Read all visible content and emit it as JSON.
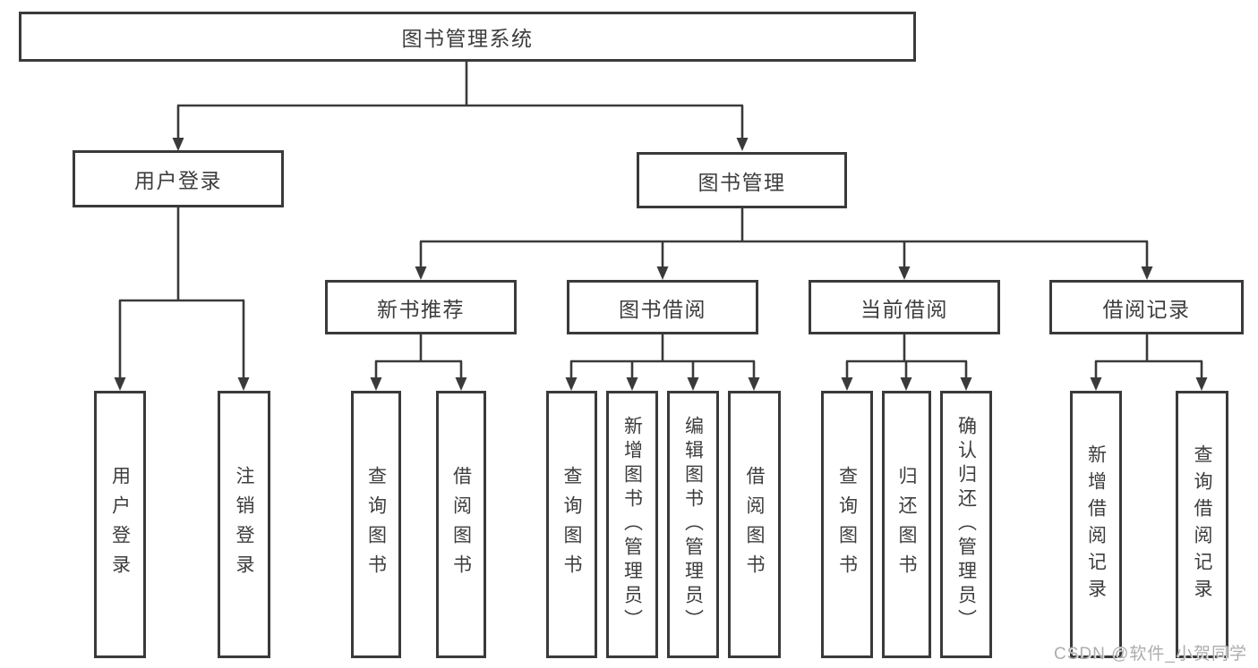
{
  "diagram": {
    "title": "图书管理系统",
    "root": {
      "label": "图书管理系统"
    },
    "branches": {
      "user_login": {
        "label": "用户登录",
        "children": [
          {
            "label": "用户登录"
          },
          {
            "label": "注销登录"
          }
        ]
      },
      "book_mgmt": {
        "label": "图书管理",
        "children": [
          {
            "label": "新书推荐",
            "children": [
              {
                "label": "查询图书"
              },
              {
                "label": "借阅图书"
              }
            ]
          },
          {
            "label": "图书借阅",
            "children": [
              {
                "label": "查询图书"
              },
              {
                "label": "新增图书（管理员）"
              },
              {
                "label": "编辑图书（管理员）"
              },
              {
                "label": "借阅图书"
              }
            ]
          },
          {
            "label": "当前借阅",
            "children": [
              {
                "label": "查询图书"
              },
              {
                "label": "归还图书"
              },
              {
                "label": "确认归还（管理员）"
              }
            ]
          },
          {
            "label": "借阅记录",
            "children": [
              {
                "label": "新增借阅记录"
              },
              {
                "label": "查询借阅记录"
              }
            ]
          }
        ]
      }
    }
  },
  "watermark": {
    "text": "CSDN @软件_小贺同学",
    "color": "#adadad"
  },
  "colors": {
    "line": "#3a3a3a",
    "text": "#3d3d3d",
    "background": "#ffffff"
  }
}
